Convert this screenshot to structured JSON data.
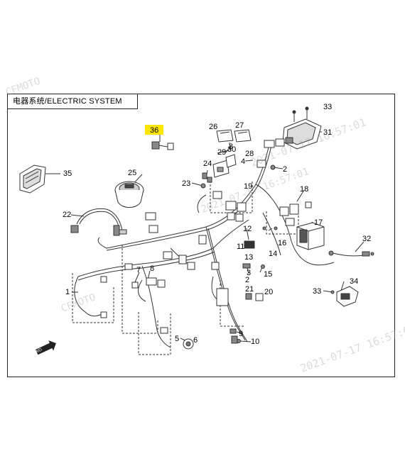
{
  "title": "电器系统/ELECTRIC SYSTEM",
  "highlight_part": "36",
  "fwd_label": "FWD",
  "watermark": {
    "brand": "CFMOTO",
    "timestamp": "2021-07-17 16:57:01"
  },
  "callouts": [
    "1",
    "2",
    "3",
    "4",
    "5",
    "6",
    "7",
    "8",
    "9",
    "10",
    "11",
    "12",
    "13",
    "14",
    "15",
    "16",
    "17",
    "18",
    "19",
    "20",
    "21",
    "22",
    "23",
    "24",
    "25",
    "26",
    "27",
    "28",
    "29",
    "30",
    "31",
    "32",
    "33",
    "34",
    "35",
    "36"
  ],
  "colors": {
    "highlight": "#ffe600",
    "line": "#333333"
  }
}
